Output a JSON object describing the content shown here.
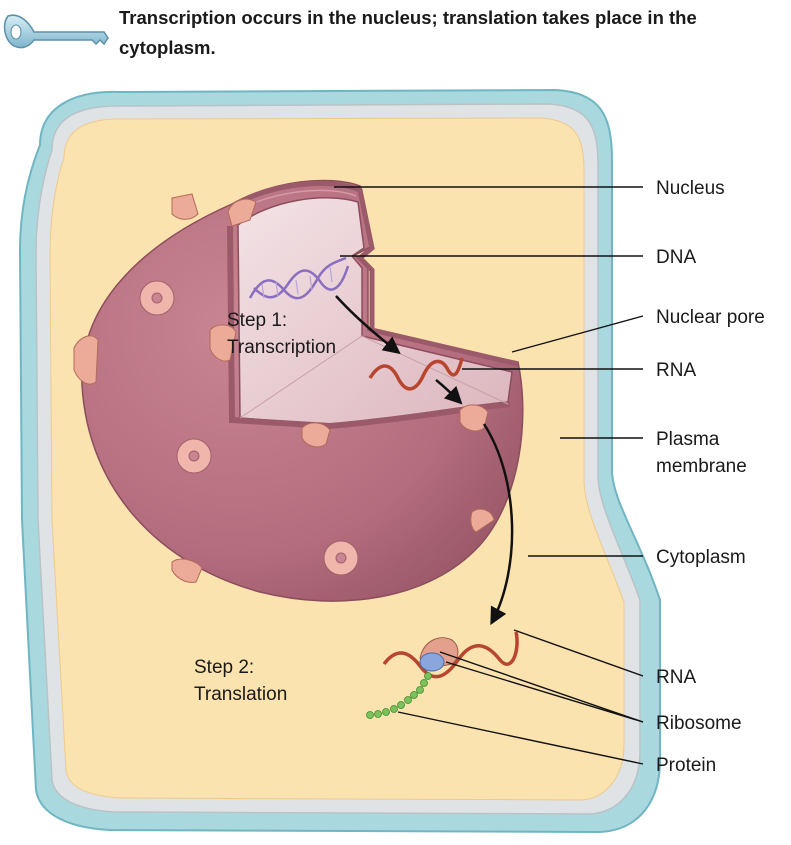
{
  "header": {
    "line1": "Transcription occurs in the nucleus; translation takes place in the",
    "line2": "cytoplasm.",
    "icon": "key-icon"
  },
  "steps": {
    "step1_line1": "Step 1:",
    "step1_line2": "Transcription",
    "step2_line1": "Step 2:",
    "step2_line2": "Translation"
  },
  "labels": {
    "nucleus": "Nucleus",
    "dna": "DNA",
    "nuclear_pore": "Nuclear pore",
    "rna_nuclear": "RNA",
    "plasma_line1": "Plasma",
    "plasma_line2": "membrane",
    "cytoplasm": "Cytoplasm",
    "rna_cytoplasm": "RNA",
    "ribosome": "Ribosome",
    "protein": "Protein"
  },
  "colors": {
    "cytoplasm": "#fbe5b3",
    "membrane_outer": "#9fd4dc",
    "membrane_inner": "#d6dde0",
    "nucleus": "#b97080",
    "nucleus_interior": "#e8cdd2",
    "dna": "#8a6fc0",
    "rna": "#b8452e",
    "protein": "#66b04a",
    "pore": "#e79c86"
  }
}
